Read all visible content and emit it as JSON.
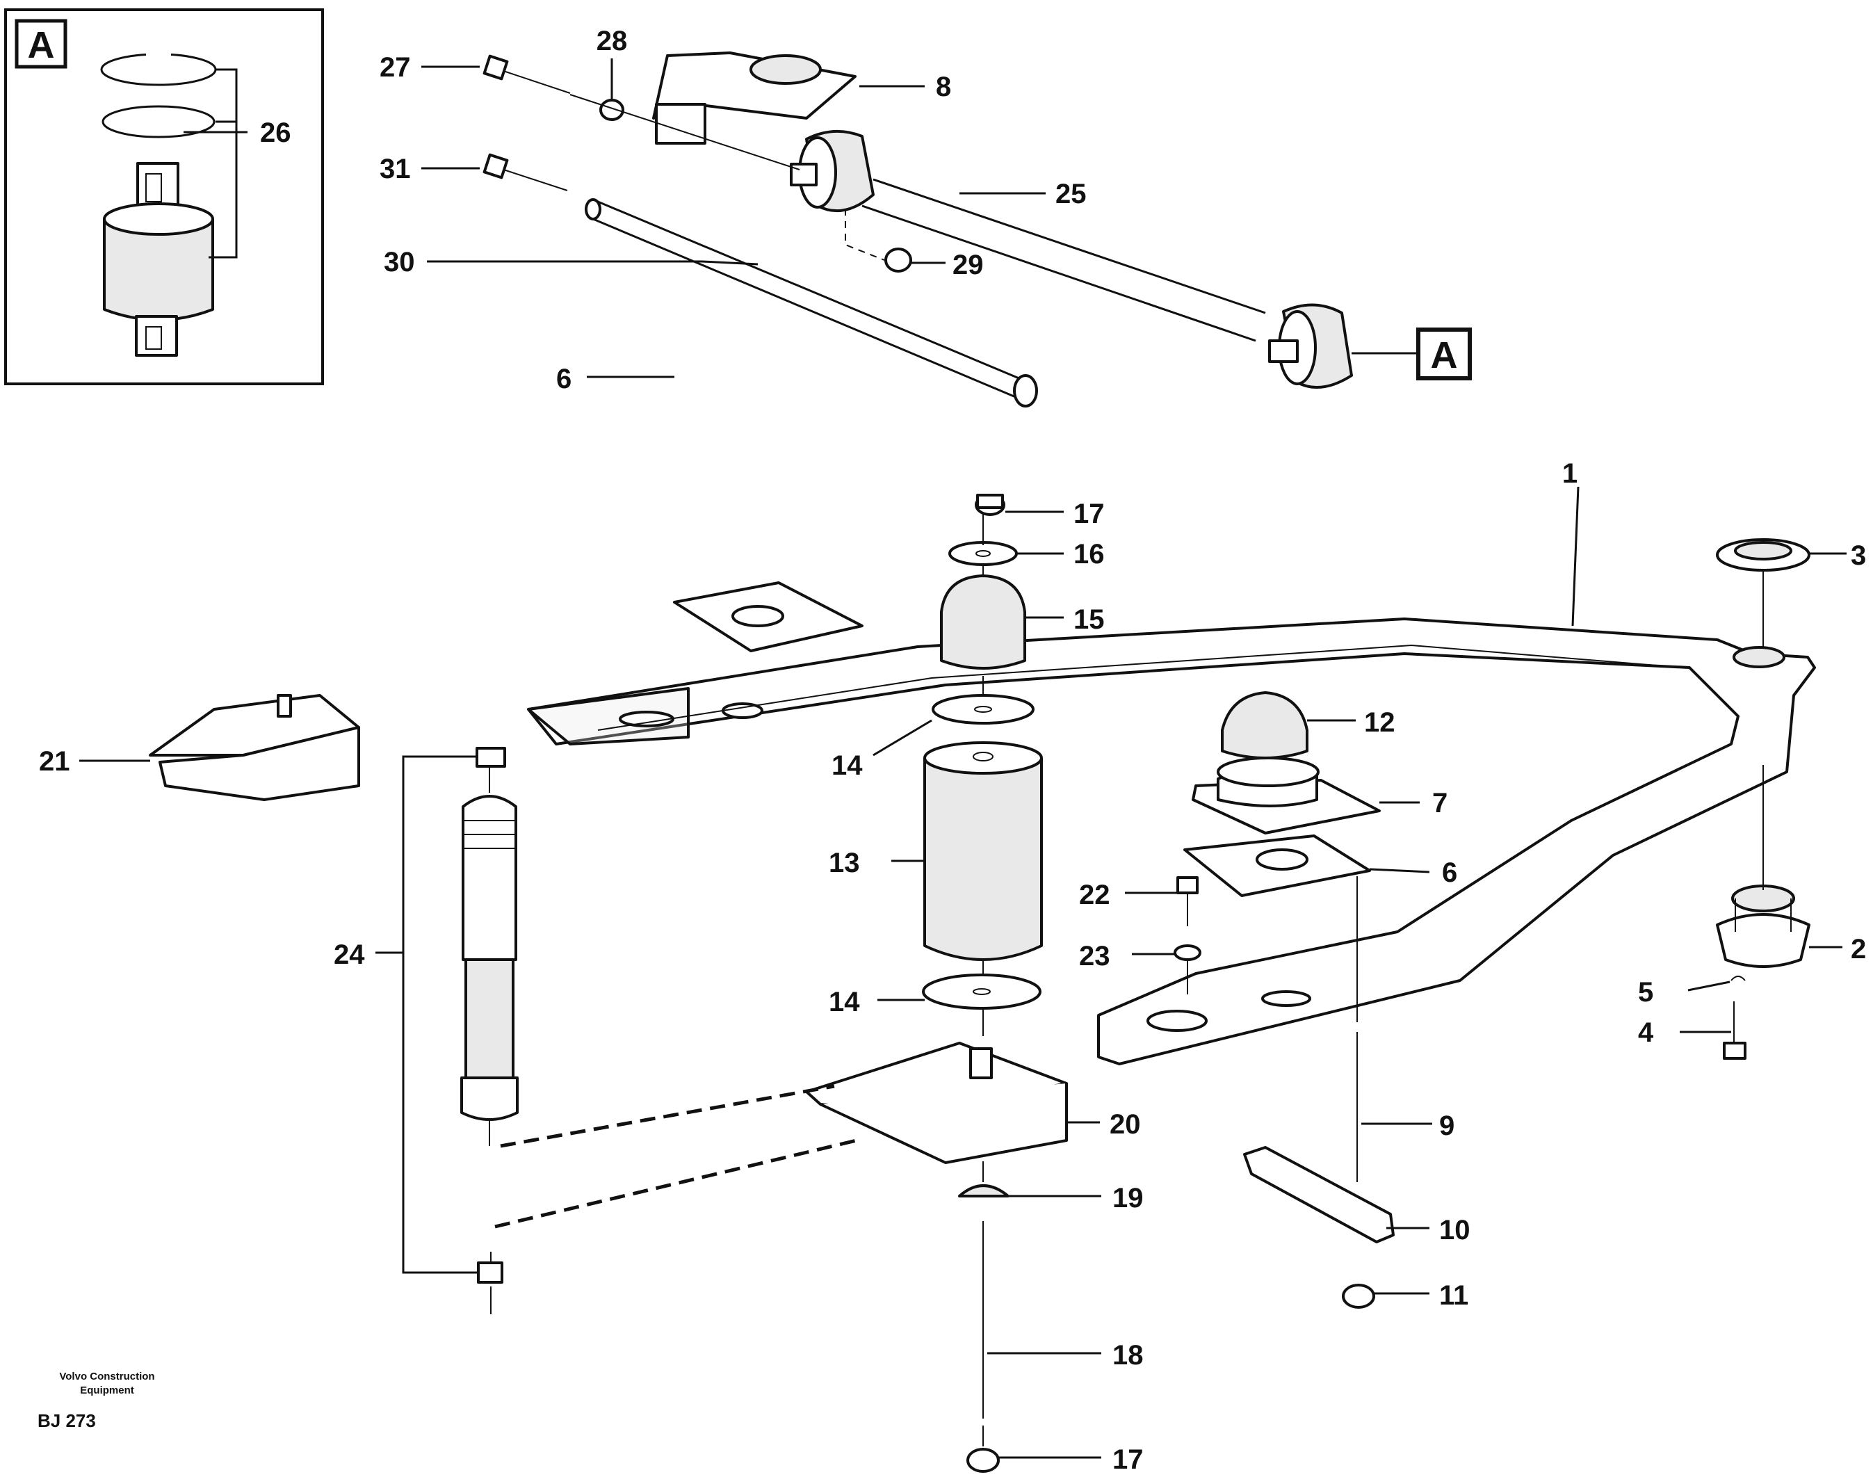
{
  "inset_label": "A",
  "callout_box_label": "A",
  "credit": {
    "line1": "Volvo Construction",
    "line2": "Equipment",
    "code": "BJ 273"
  },
  "labels": {
    "n1": "1",
    "n2": "2",
    "n3": "3",
    "n4": "4",
    "n5": "5",
    "n6a": "6",
    "n6b": "6",
    "n7": "7",
    "n8": "8",
    "n9": "9",
    "n10": "10",
    "n11": "11",
    "n12": "12",
    "n13": "13",
    "n14a": "14",
    "n14b": "14",
    "n15": "15",
    "n16": "16",
    "n17a": "17",
    "n17b": "17",
    "n18": "18",
    "n19": "19",
    "n20": "20",
    "n21": "21",
    "n22": "22",
    "n23": "23",
    "n24": "24",
    "n25": "25",
    "n26": "26",
    "n27": "27",
    "n28": "28",
    "n29": "29",
    "n30": "30",
    "n31": "31"
  }
}
